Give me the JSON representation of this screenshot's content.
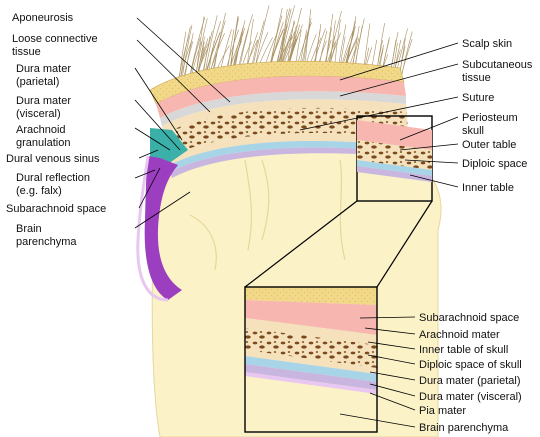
{
  "labels_left": [
    {
      "id": "aponeurosis",
      "lines": [
        "Aponeurosis"
      ]
    },
    {
      "id": "loose-connective-tissue",
      "lines": [
        "Loose connective",
        "tissue"
      ]
    },
    {
      "id": "dura-mater-parietal",
      "lines": [
        "Dura mater",
        "(parietal)"
      ]
    },
    {
      "id": "dura-mater-visceral",
      "lines": [
        "Dura mater",
        "(visceral)"
      ]
    },
    {
      "id": "arachnoid-granulation",
      "lines": [
        "Arachnoid",
        "granulation"
      ]
    },
    {
      "id": "dural-venous-sinus",
      "lines": [
        "Dural venous sinus"
      ]
    },
    {
      "id": "dural-reflection",
      "lines": [
        "Dural reflection",
        "(e.g. falx)"
      ]
    },
    {
      "id": "subarachnoid-space",
      "lines": [
        "Subarachnoid space"
      ]
    },
    {
      "id": "brain-parenchyma",
      "lines": [
        "Brain",
        "parenchyma"
      ]
    }
  ],
  "labels_right": [
    {
      "id": "scalp-skin",
      "lines": [
        "Scalp skin"
      ]
    },
    {
      "id": "subcutaneous-tissue",
      "lines": [
        "Subcutaneous",
        "tissue"
      ]
    },
    {
      "id": "suture",
      "lines": [
        "Suture"
      ]
    },
    {
      "id": "periosteum-skull",
      "lines": [
        "Periosteum",
        "skull"
      ]
    },
    {
      "id": "outer-table",
      "lines": [
        "Outer table"
      ]
    },
    {
      "id": "diploic-space",
      "lines": [
        "Diploic space"
      ]
    },
    {
      "id": "inner-table",
      "lines": [
        "Inner table"
      ]
    }
  ],
  "labels_inset": [
    {
      "id": "inset-subarachnoid-space",
      "lines": [
        "Subarachnoid space"
      ]
    },
    {
      "id": "inset-arachnoid-mater",
      "lines": [
        "Arachnoid mater"
      ]
    },
    {
      "id": "inset-inner-table",
      "lines": [
        "Inner table of skull"
      ]
    },
    {
      "id": "inset-diploic-space",
      "lines": [
        "Diploic space of skull"
      ]
    },
    {
      "id": "inset-dura-parietal",
      "lines": [
        "Dura mater (parietal)"
      ]
    },
    {
      "id": "inset-dura-visceral",
      "lines": [
        "Dura mater (visceral)"
      ]
    },
    {
      "id": "inset-pia-mater",
      "lines": [
        "Pia mater"
      ]
    },
    {
      "id": "inset-brain-parenchyma",
      "lines": [
        "Brain parenchyma"
      ]
    }
  ],
  "colors": {
    "hair": "#a89060",
    "scalp": "#f2d98a",
    "subcutaneous": "#f7b7b0",
    "aponeurosis": "#d8d8d8",
    "bone": "#f5e2bd",
    "diploe_spots": "#7a4a1e",
    "dura": "#c9b6e0",
    "arachnoid": "#a8d4e8",
    "brain": "#fbf2c8",
    "sinus": "#3bb0a8",
    "falx": "#9b3fc0"
  }
}
